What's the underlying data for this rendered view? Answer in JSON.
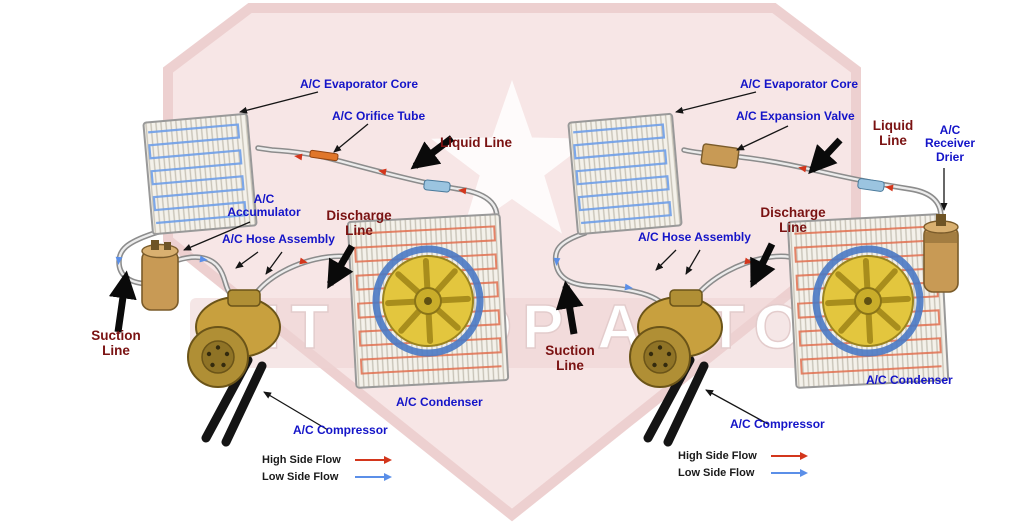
{
  "watermark": {
    "text": "PIT STOP AUTO"
  },
  "colors": {
    "label_blue": "#1414c8",
    "label_dark_red": "#7a1212",
    "high_side_flow": "#d3361c",
    "low_side_flow": "#5b8fe8",
    "component_tan": "#c89a55",
    "fan_yellow": "#e3c63e",
    "watermark_red": "#b84040"
  },
  "left": {
    "labels": {
      "evaporator_core": "A/C Evaporator Core",
      "orifice_tube": "A/C Orifice Tube",
      "liquid_line": "Liquid Line",
      "accumulator": "A/C Accumulator",
      "discharge_line": "Discharge Line",
      "hose_assembly": "A/C Hose Assembly",
      "suction_line": "Suction Line",
      "compressor": "A/C Compressor",
      "condenser": "A/C Condenser"
    },
    "legend": {
      "high_side": "High Side Flow",
      "low_side": "Low Side Flow"
    }
  },
  "right": {
    "labels": {
      "evaporator_core": "A/C Evaporator Core",
      "expansion_valve": "A/C Expansion Valve",
      "liquid_line": "Liquid Line",
      "receiver_drier": "A/C Receiver Drier",
      "discharge_line": "Discharge Line",
      "hose_assembly": "A/C Hose Assembly",
      "suction_line": "Suction Line",
      "compressor": "A/C Compressor",
      "condenser": "A/C Condenser"
    },
    "legend": {
      "high_side": "High Side Flow",
      "low_side": "Low Side Flow"
    }
  }
}
